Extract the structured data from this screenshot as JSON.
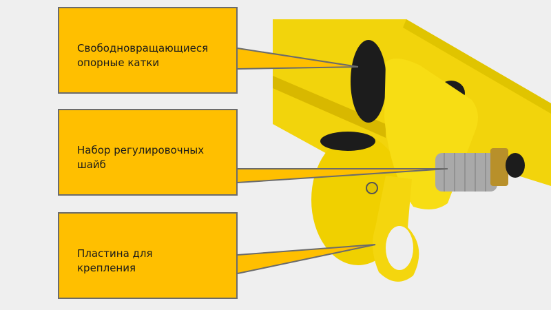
{
  "callouts": [
    {
      "line1": "Свободновращающиеся",
      "line2": "опорные катки"
    },
    {
      "line1": "Набор регулировочных",
      "line2": "шайб"
    },
    {
      "line1": "Пластина для",
      "line2": "крепления"
    }
  ],
  "colors": {
    "callout_fill": "#ffbf00",
    "callout_border": "#6b6b6b",
    "background": "#efefef",
    "metal_yellow": "#f5d90a"
  }
}
